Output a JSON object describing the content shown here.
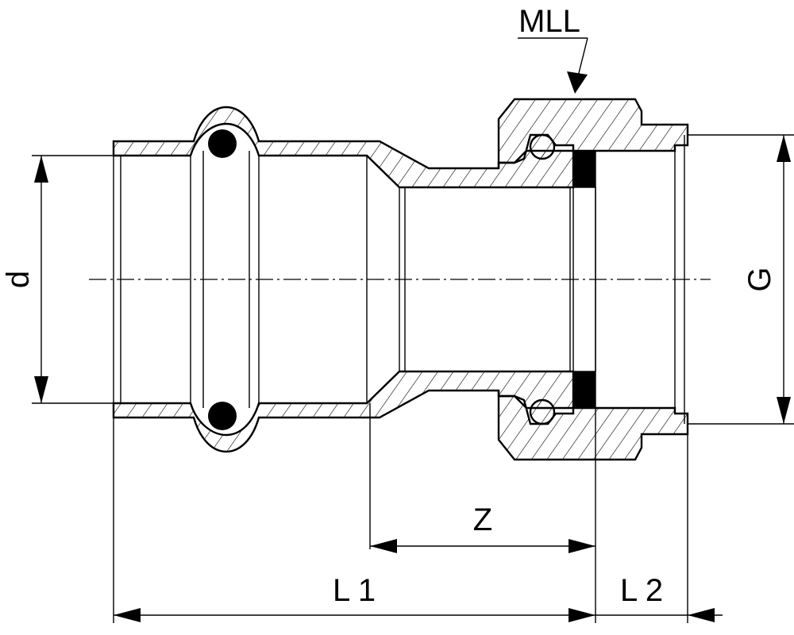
{
  "labels": {
    "d": "d",
    "G": "G",
    "Z": "Z",
    "L1": "L 1",
    "L2": "L 2",
    "MLL": "MLL"
  }
}
